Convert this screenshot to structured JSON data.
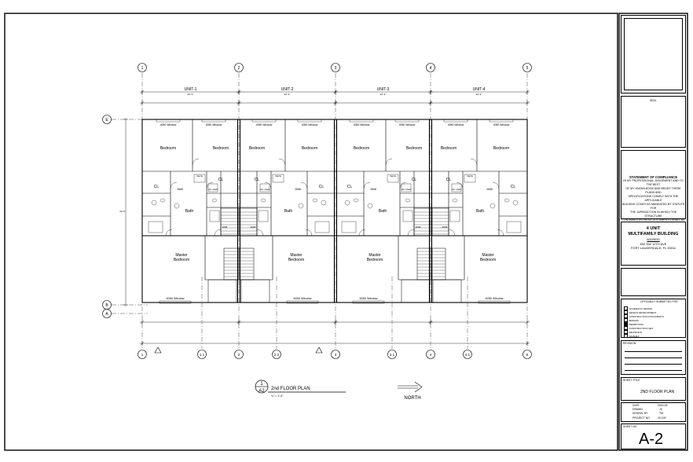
{
  "units": [
    "UNIT-1",
    "UNIT-2",
    "UNIT-3",
    "UNIT-4"
  ],
  "grid_top": [
    "1",
    "2",
    "3",
    "4",
    "5"
  ],
  "grid_bottom": [
    "1",
    "1.1",
    "2",
    "2.2",
    "3",
    "3.1",
    "4",
    "4.1",
    "5"
  ],
  "grid_rows": [
    "E",
    "B",
    "A"
  ],
  "rooms": {
    "bedroom": "Bedroom",
    "master_bedroom_1": "Master",
    "master_bedroom_2": "Bedroom",
    "cl": "CL",
    "bath": "Bath",
    "tub_shwr": "Tub Shwr",
    "vanity": "Vanity",
    "ac_shaft": "AC shaft"
  },
  "windows": {
    "top": "4050 Window",
    "top_alt": "4050 Window",
    "bottom": "5050 Window"
  },
  "door_tag": "2668",
  "stair_tag": "3068",
  "drawing_label": {
    "number": "1",
    "sheet": "A2",
    "title": "2nd   FLOOR PLAN",
    "scale": "¼\" = 1'-0\"",
    "north": "NORTH"
  },
  "title_block": {
    "seal": "SEAL",
    "compliance_title": "STATEMENT OF COMPLIANCE",
    "compliance_text": [
      "IN MY PROFESSIONAL JUDGEMENT AND TO THE BEST",
      "OF MY KNOWLEDGE AND BELIEF THESE PLANS AND",
      "SPECIFICATIONS COMPLY WITH THE APPLICABLE",
      "BUILDING CODES AS MANDATED BY STATUTE FOR",
      "THE JURISDICTION IN WHICH THE STRUCTURE",
      "CONTAINED IN THESE DOCUMENTS SHALL BE",
      "CONSTRUCTED."
    ],
    "project_title_1": "4 UNIT",
    "project_title_2": "MULTIFAMILY BUILDING",
    "address_label": "ADDRESS",
    "address_1": "832 NW 12TH AVE",
    "address_2": "FORT LAUDERDALE, FL 33311",
    "submitted_for": "OFFICIALLY SUBMITTED FOR",
    "checklist": [
      "SCHEMATIC DESIGN",
      "DESIGN DEVELOPMENT",
      "CONSTRUCTION DOCUMENTS",
      "BIDDING",
      "PERMITTING",
      "CONSTRUCTION SET",
      "REVISIONS",
      "AS BUILT"
    ],
    "revision": "REVISION",
    "sheet_title_label": "SHEET TITLE",
    "sheet_title": "2ND FLOOR PLAN",
    "date_label": "DATE",
    "drawn_label": "DRAWN",
    "checked_label": "DESIGN. BY",
    "project_no_label": "PROJECT NO.",
    "date": "2020-05",
    "drawn": "JC",
    "checked": "TM",
    "project_no": "20-100",
    "sheet_no_label": "SHEET NO.",
    "sheet_no": "A-2"
  },
  "dims": {
    "unit_width": "20'-2\"",
    "overall_height": "44'-6\"",
    "small": "3'-0\""
  }
}
